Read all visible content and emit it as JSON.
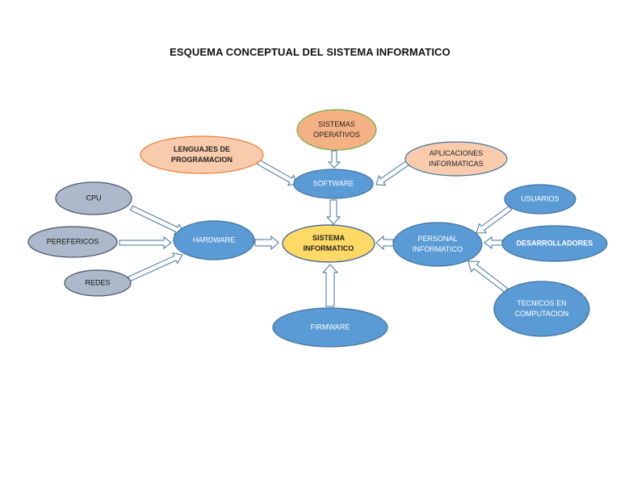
{
  "title": "ESQUEMA CONCEPTUAL DEL SISTEMA INFORMATICO",
  "nodes": {
    "sistemas_operativos": [
      "SISTEMAS",
      "OPERATIVOS"
    ],
    "lenguajes": [
      "LENGUAJES DE",
      "PROGRAMACION"
    ],
    "aplicaciones": [
      "APLICACIONES",
      "INFORMATICAS"
    ],
    "software": [
      "SOFTWARE"
    ],
    "cpu": [
      "CPU"
    ],
    "perifericos": [
      "PEREFERICOS"
    ],
    "redes": [
      "REDES"
    ],
    "hardware": [
      "HARDWARE"
    ],
    "sistema_informatico": [
      "SISTEMA",
      "INFORMATICO"
    ],
    "personal": [
      "PERSONAL",
      "INFORMATICO"
    ],
    "usuarios": [
      "USUARIOS"
    ],
    "desarrolladores": [
      "DESARROLLADORES"
    ],
    "tecnicos": [
      "TECNICOS EN",
      "COMPUTACION"
    ],
    "firmware": [
      "FIRMWARE"
    ]
  },
  "colors": {
    "blue": "#5b9bd5",
    "blue_stroke": "#41719c",
    "gray_blue": "#adb9ca",
    "gray_blue_stroke": "#44546a",
    "peach": "#f8cbad",
    "peach_stroke": "#ed7d31",
    "orange": "#f4b183",
    "orange_stroke": "#70ad47",
    "yellow": "#ffd966",
    "yellow_stroke": "#2f5597"
  }
}
